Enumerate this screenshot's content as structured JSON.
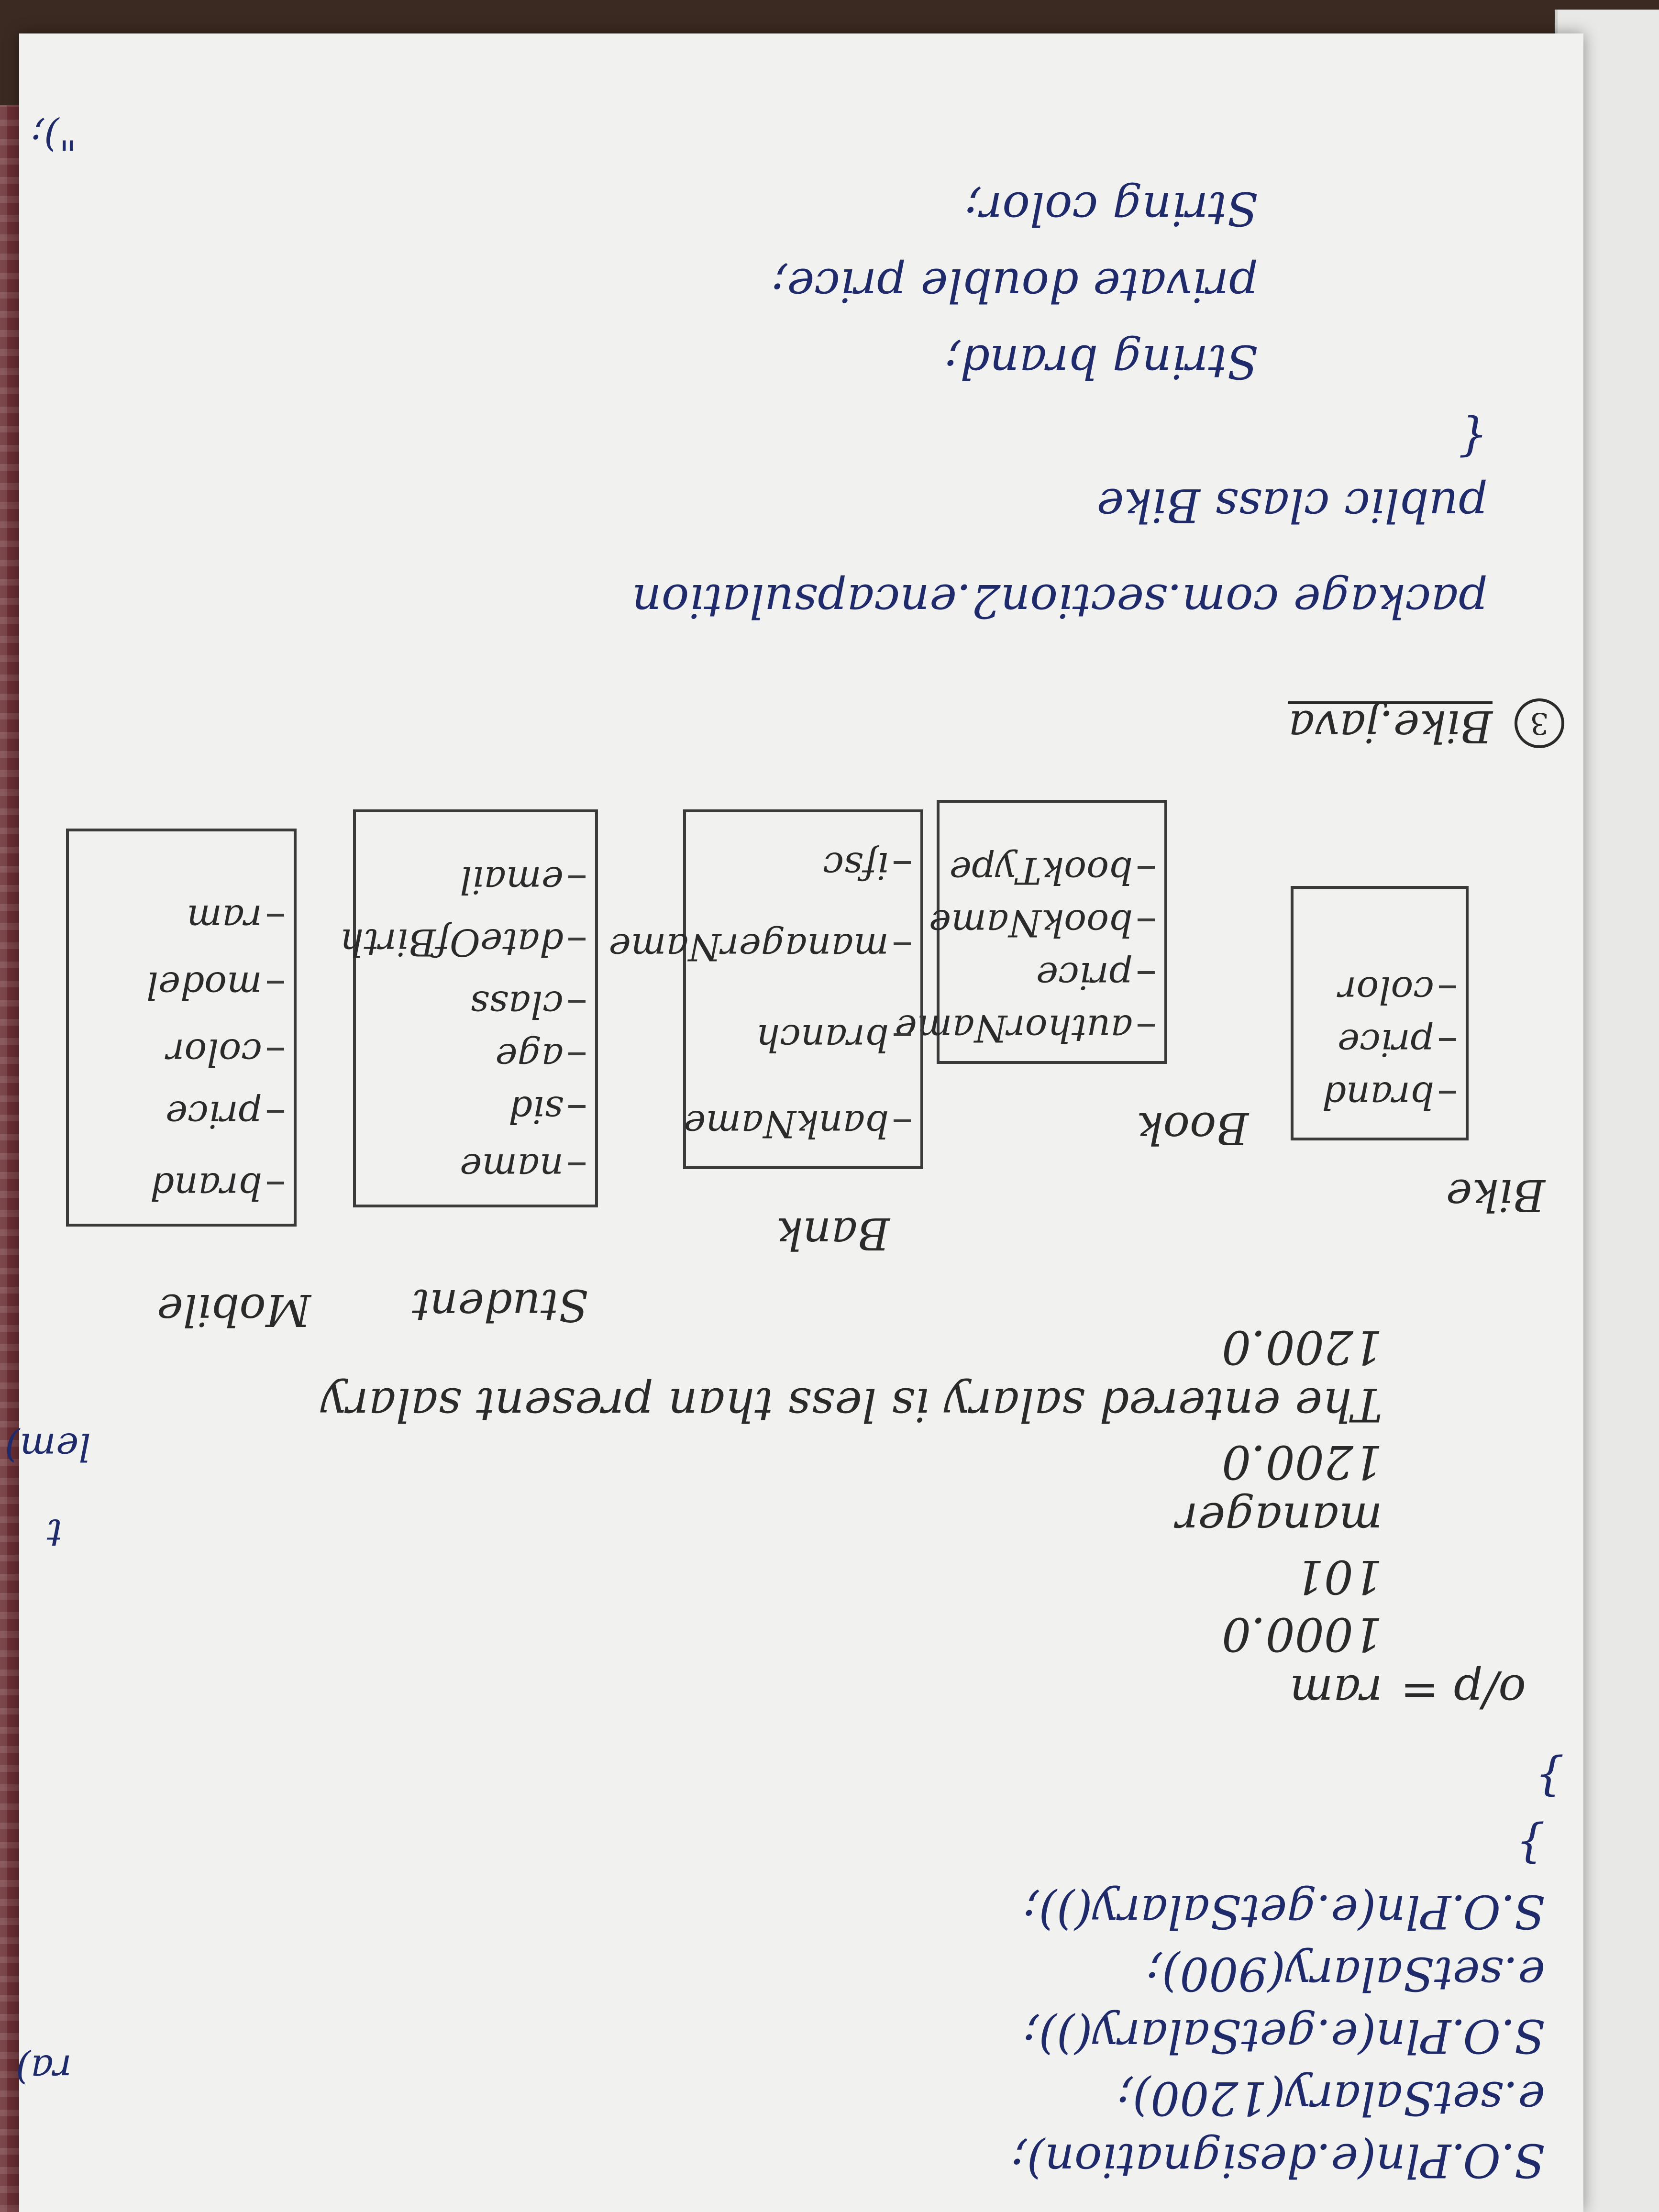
{
  "left_fragments": {
    "ra": "ra)",
    "t": "t",
    "lem": "lem)",
    "quote": "\");"
  },
  "code_block": {
    "lines": [
      "S.O.Pln(e.designation);",
      "e.setSalary(1200);",
      "S.O.Pln(e.getSalary());",
      "e.setSalary(900);",
      "S.O.Pln(e.getSalary());",
      "}",
      "}"
    ]
  },
  "output_block": {
    "label": "o/p",
    "eq": "=",
    "lines": [
      "ram",
      "1000.0",
      "101",
      "manager",
      "1200.0",
      "The entered salary is less than present salary",
      "1200.0"
    ]
  },
  "classes": [
    {
      "title": "Bike",
      "fields": [
        "brand",
        "price",
        "color"
      ]
    },
    {
      "title": "Book",
      "fields": [
        "authorName",
        "price",
        "bookName",
        "bookType"
      ]
    },
    {
      "title": "Bank",
      "fields": [
        "bankName",
        "branch",
        "managerName",
        "ifsc"
      ]
    },
    {
      "title": "Student",
      "fields": [
        "name",
        "sid",
        "age",
        "class",
        "dateOfBirth",
        "email"
      ]
    },
    {
      "title": "Mobile",
      "fields": [
        "brand",
        "price",
        "color",
        "model",
        "ram"
      ]
    }
  ],
  "bike_java": {
    "number": "3",
    "filename": "Bike.java",
    "lines": [
      "package com.section2.encapsulation",
      "public class Bike",
      "{",
      "String brand;",
      "private double price;",
      "String color;"
    ]
  }
}
